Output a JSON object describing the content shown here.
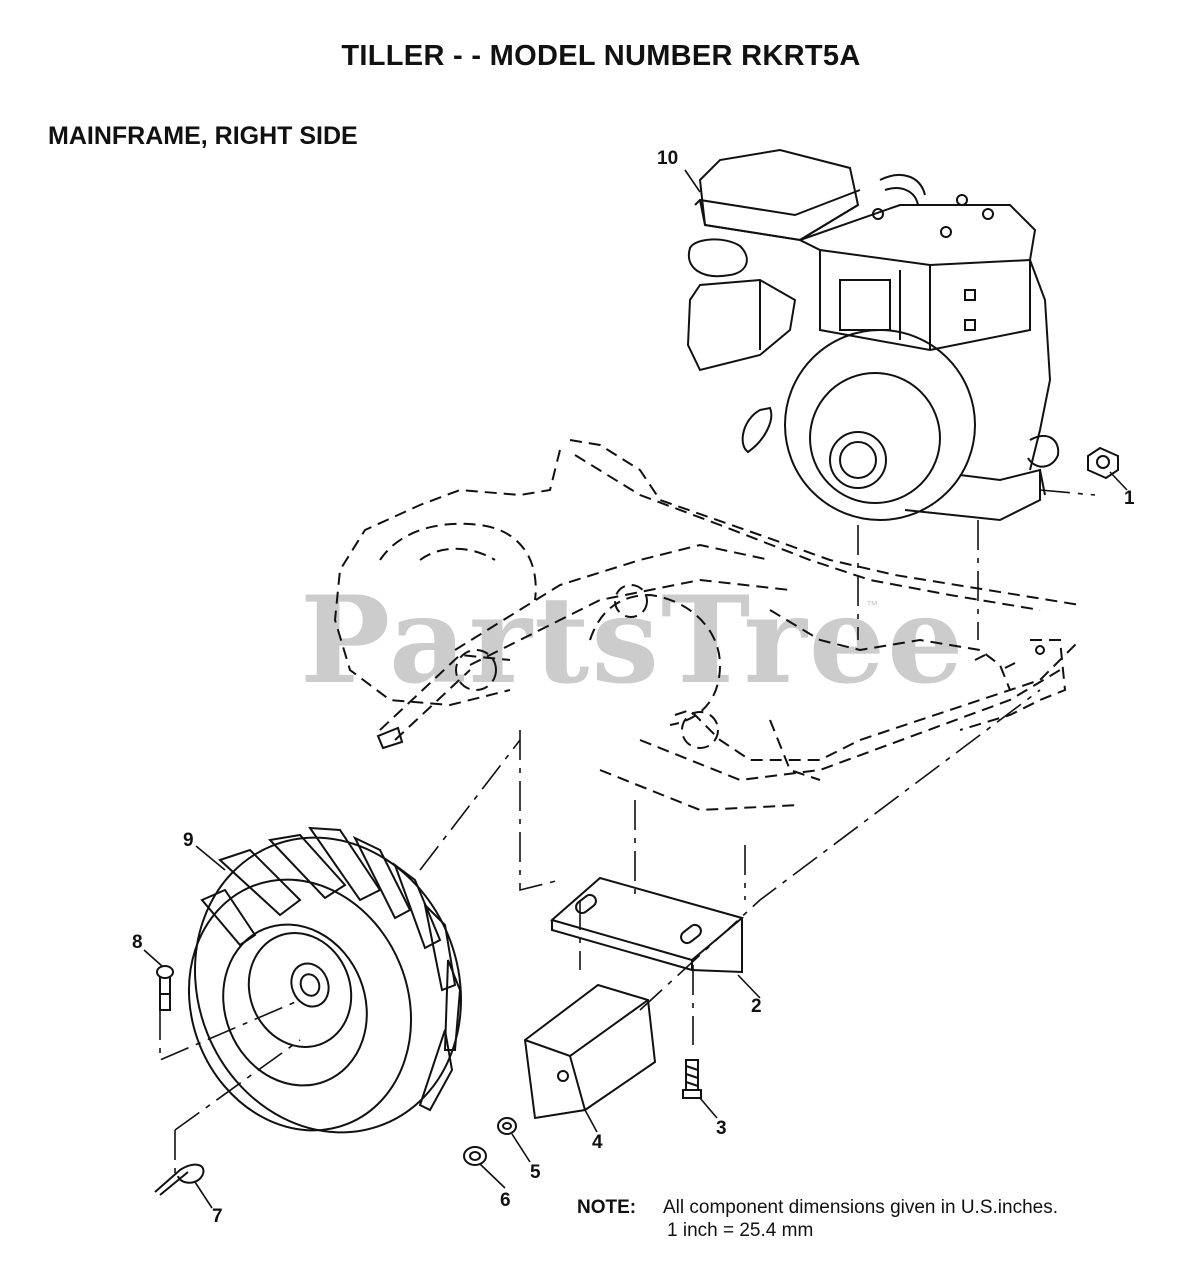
{
  "title": "TILLER - - MODEL NUMBER RKRT5A",
  "subtitle": "MAINFRAME, RIGHT SIDE",
  "watermark": "PartsTree",
  "watermark_tm": "™",
  "callouts": {
    "c1": "1",
    "c2": "2",
    "c3": "3",
    "c4": "4",
    "c5": "5",
    "c6": "6",
    "c7": "7",
    "c8": "8",
    "c9": "9",
    "c10": "10"
  },
  "note": {
    "label": "NOTE:",
    "line1": "All component dimensions given in U.S.inches.",
    "line2": "1 inch = 25.4 mm"
  }
}
